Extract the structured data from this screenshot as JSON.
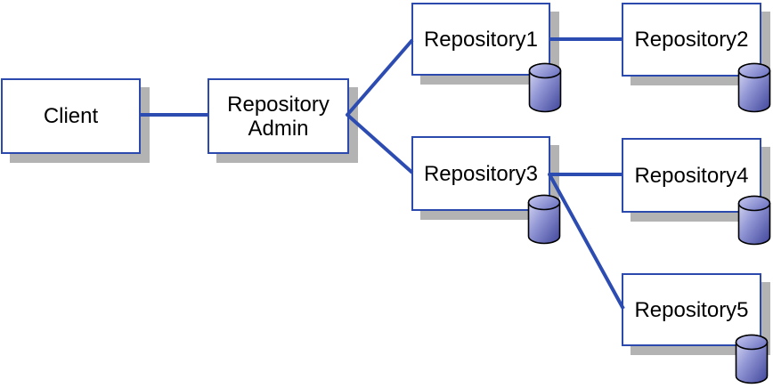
{
  "diagram": {
    "nodes": {
      "client": {
        "label": "Client"
      },
      "repository_admin": {
        "label": "Repository Admin"
      },
      "repository1": {
        "label": "Repository1"
      },
      "repository2": {
        "label": "Repository2"
      },
      "repository3": {
        "label": "Repository3"
      },
      "repository4": {
        "label": "Repository4"
      },
      "repository5": {
        "label": "Repository5"
      }
    },
    "edges": [
      {
        "from": "Client",
        "to": "Repository Admin"
      },
      {
        "from": "Repository Admin",
        "to": "Repository1"
      },
      {
        "from": "Repository Admin",
        "to": "Repository3"
      },
      {
        "from": "Repository1",
        "to": "Repository2"
      },
      {
        "from": "Repository3",
        "to": "Repository4"
      },
      {
        "from": "Repository3",
        "to": "Repository5"
      }
    ],
    "icons": {
      "database": "database-cylinder-icon",
      "database_on_nodes": [
        "Repository1",
        "Repository2",
        "Repository3",
        "Repository4",
        "Repository5"
      ]
    },
    "colors": {
      "node_border": "#2c4aae",
      "edge_line": "#2d4cb2",
      "node_fill": "#ffffff",
      "shadow": "#b3b3b3",
      "text": "#000000",
      "cylinder_light": "#e0e1f6",
      "cylinder_mid": "#9095d4",
      "cylinder_dark": "#40459a"
    }
  }
}
